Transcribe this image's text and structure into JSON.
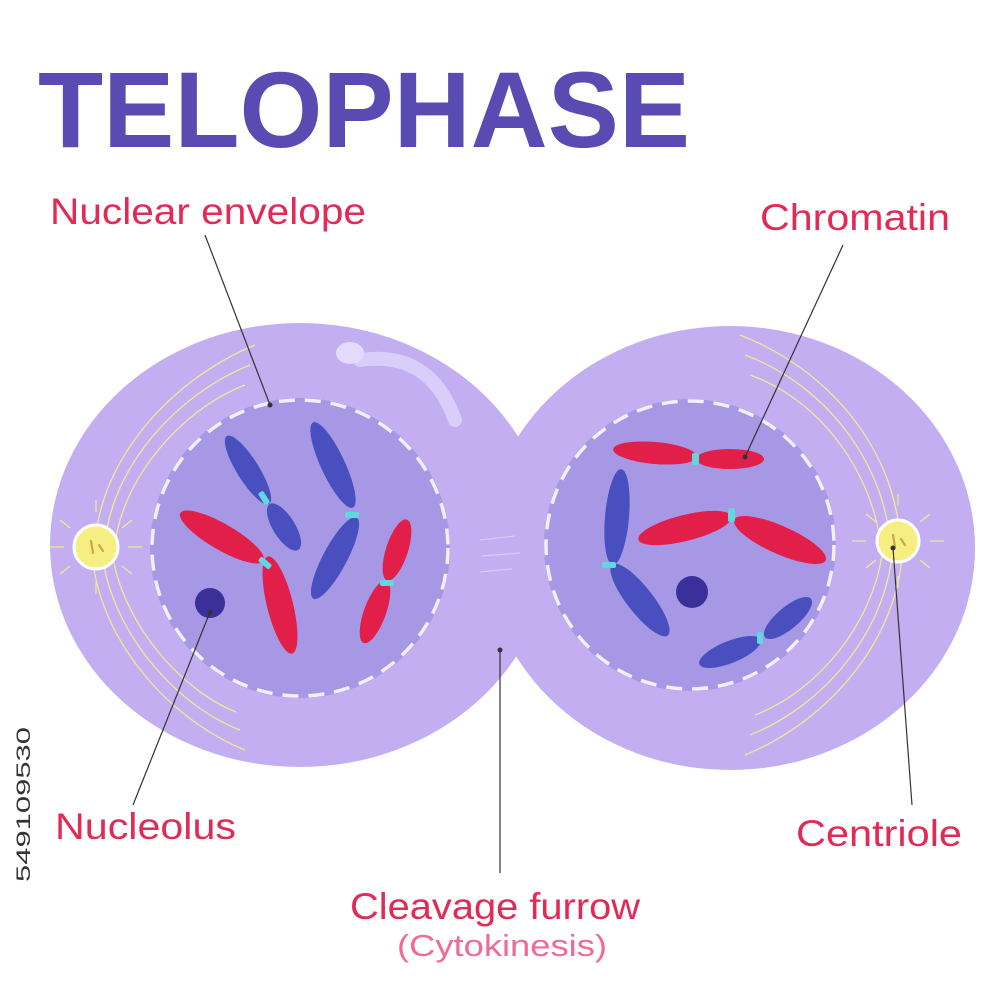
{
  "title": "TELOPHASE",
  "labels": {
    "nuclear_envelope": "Nuclear envelope",
    "chromatin": "Chromatin",
    "nucleolus": "Nucleolus",
    "centriole": "Centriole",
    "cleavage_furrow": "Cleavage furrow",
    "cytokinesis": "(Cytokinesis)"
  },
  "stock_id": "549109530",
  "colors": {
    "title": "#5a4bb3",
    "label": "#e22a56",
    "label_sub": "#f06a93",
    "cell": "#c2aef0",
    "nucleus": "#a798e6",
    "chromosome_blue": "#4a4fc0",
    "chromosome_red": "#e21f49",
    "centromere": "#5fd8e0",
    "centriole": "#f7ee82",
    "nucleolus": "#3b2f99"
  }
}
